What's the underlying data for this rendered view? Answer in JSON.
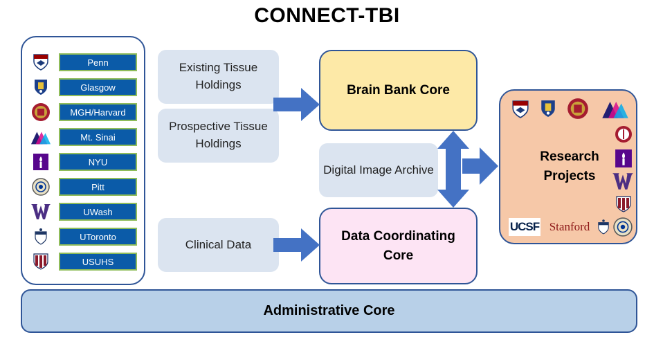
{
  "title": "CONNECT-TBI",
  "institutions": [
    {
      "label": "Penn",
      "icon": "penn-shield-icon"
    },
    {
      "label": "Glasgow",
      "icon": "glasgow-crest-icon"
    },
    {
      "label": "MGH/Harvard",
      "icon": "harvard-seal-icon"
    },
    {
      "label": "Mt. Sinai",
      "icon": "sinai-triangle-icon"
    },
    {
      "label": "NYU",
      "icon": "nyu-torch-icon"
    },
    {
      "label": "Pitt",
      "icon": "pitt-seal-icon"
    },
    {
      "label": "UWash",
      "icon": "uw-w-icon"
    },
    {
      "label": "UToronto",
      "icon": "utoronto-crest-icon"
    },
    {
      "label": "USUHS",
      "icon": "usuhs-shield-icon"
    }
  ],
  "inputs": {
    "existing": "Existing Tissue Holdings",
    "prospective": "Prospective Tissue Holdings",
    "clinical": "Clinical Data",
    "digital": "Digital Image Archive"
  },
  "cores": {
    "brain_bank": "Brain Bank Core",
    "data_coordinating": "Data Coordinating Core",
    "administrative": "Administrative Core"
  },
  "research": {
    "label": "Research Projects",
    "logo_text_ucsf": "UCSF",
    "logo_text_stanford": "Stanford"
  },
  "colors": {
    "brain_bank_fill": "#fde9a7",
    "data_core_fill": "#fde4f4",
    "research_fill": "#f6c8a8",
    "admin_fill": "#b8d0e8",
    "arrow": "#4472c4",
    "inst_label_fill": "#0b5ba8"
  }
}
